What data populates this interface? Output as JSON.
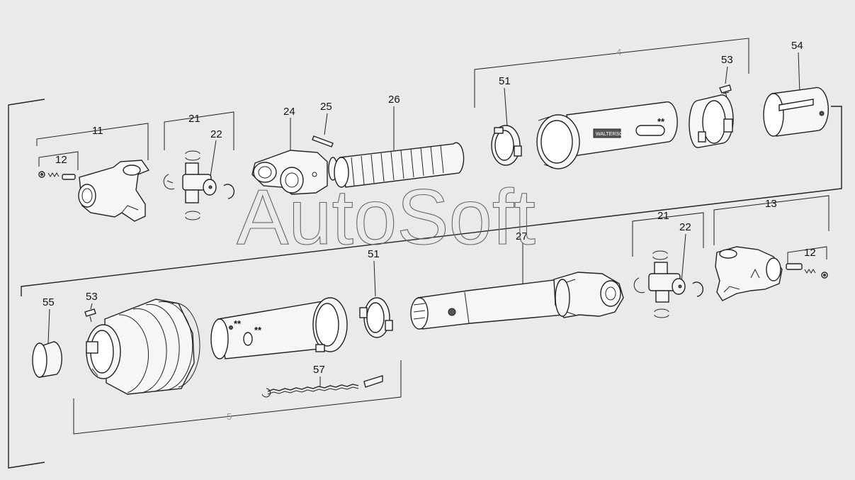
{
  "watermark": "AutoSoft",
  "labels": {
    "l11": "11",
    "l12a": "12",
    "l21a": "21",
    "l22a": "22",
    "l24": "24",
    "l25": "25",
    "l26": "26",
    "l51a": "51",
    "l53a": "53",
    "l54": "54",
    "l4": "4",
    "l55": "55",
    "l53b": "53",
    "l51b": "51",
    "l27": "27",
    "l57": "57",
    "l5": "5",
    "l21b": "21",
    "l22b": "22",
    "l13": "13",
    "l12b": "12"
  },
  "marks": {
    "inner_tube_mark": "**",
    "outer_tube_mark_1": "**",
    "outer_tube_mark_2": "**"
  }
}
